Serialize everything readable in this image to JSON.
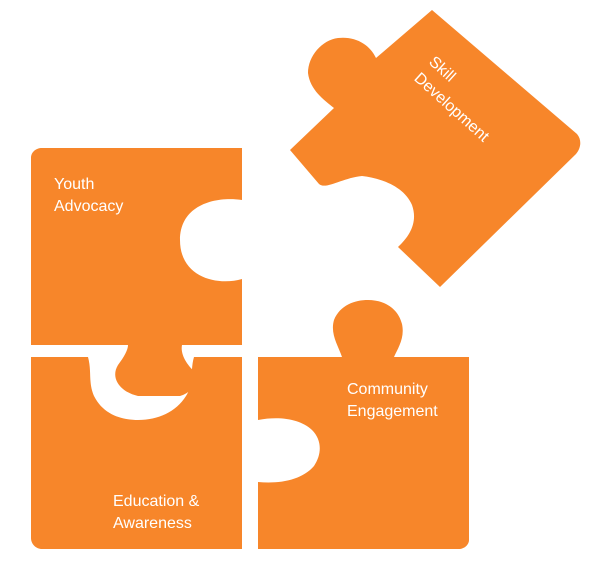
{
  "colors": {
    "piece_fill": "#F7862A",
    "label_text": "#FFFFFF",
    "background": "#FFFFFF"
  },
  "pieces": {
    "youth_advocacy": {
      "label_line1": "Youth",
      "label_line2": "Advocacy"
    },
    "skill_development": {
      "label_line1": "Skill",
      "label_line2": "Development"
    },
    "community_engagement": {
      "label_line1": "Community",
      "label_line2": "Engagement"
    },
    "education_awareness": {
      "label_line1": "Education &",
      "label_line2": "Awareness"
    }
  }
}
